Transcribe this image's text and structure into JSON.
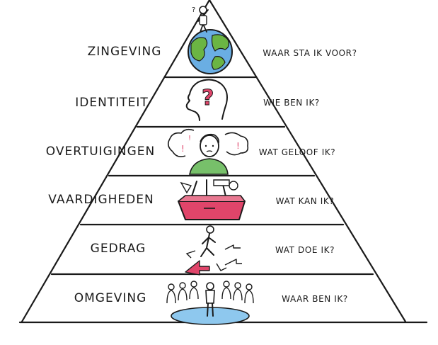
{
  "levels": [
    {
      "label": "ZINGEVING",
      "question": "WAAR STA IK VOOR?",
      "icon": "earth-person-icon"
    },
    {
      "label": "IDENTITEIT",
      "question": "WIE BEN IK?",
      "icon": "head-question-icon"
    },
    {
      "label": "OVERTUIGINGEN",
      "question": "WAT GELOOF IK?",
      "icon": "thinking-person-icon"
    },
    {
      "label": "VAARDIGHEDEN",
      "question": "WAT KAN IK?",
      "icon": "toolbox-icon"
    },
    {
      "label": "GEDRAG",
      "question": "WAT DOE IK?",
      "icon": "walking-arrows-icon"
    },
    {
      "label": "OMGEVING",
      "question": "WAAR BEN IK?",
      "icon": "crowd-person-icon"
    }
  ],
  "colors": {
    "line": "#1a1a1a",
    "earth_blue": "#6aaee3",
    "earth_green": "#6bb543",
    "accent_pink": "#e0456a",
    "shirt_green": "#77c06a",
    "ground_blue": "#8ec8ee"
  }
}
